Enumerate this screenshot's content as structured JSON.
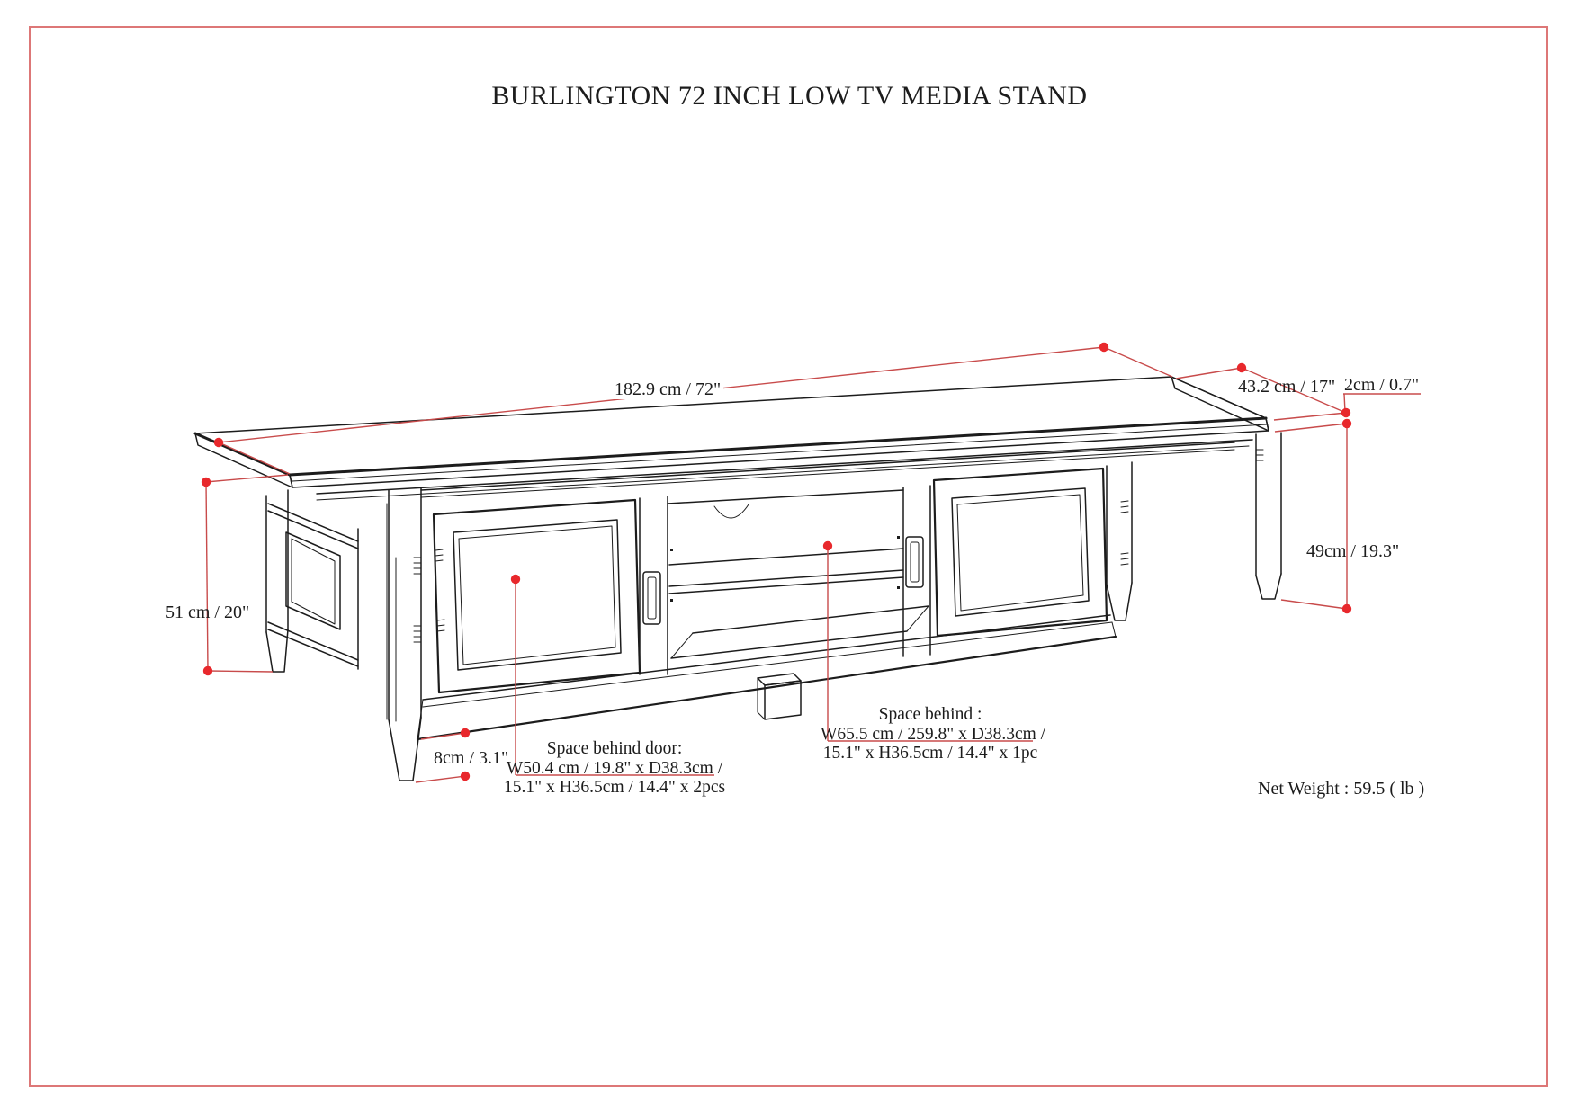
{
  "page": {
    "title": "BURLINGTON 72 INCH LOW TV MEDIA STAND",
    "net_weight": "Net Weight : 59.5 ( lb )"
  },
  "colors": {
    "dimension_line": "#c84b4b",
    "dimension_dot": "#e8282c",
    "drawing_line": "#1c1c1c",
    "page_border": "#dd7777"
  },
  "dimensions": {
    "width": "182.9 cm / 72\"",
    "depth": "43.2 cm / 17\"",
    "top_thickness": "2cm / 0.7\"",
    "height_right": "49cm / 19.3\"",
    "height_left": "51 cm / 20\"",
    "leg_height": "8cm / 3.1\""
  },
  "space_behind_door": {
    "line1": "Space behind door:",
    "line2": "W50.4 cm / 19.8\" x D38.3cm /",
    "line3": "15.1\" x H36.5cm / 14.4\" x 2pcs"
  },
  "space_behind": {
    "line1": "Space behind :",
    "line2": "W65.5 cm / 259.8\" x D38.3cm /",
    "line3": "15.1\" x H36.5cm / 14.4\" x 1pc"
  }
}
